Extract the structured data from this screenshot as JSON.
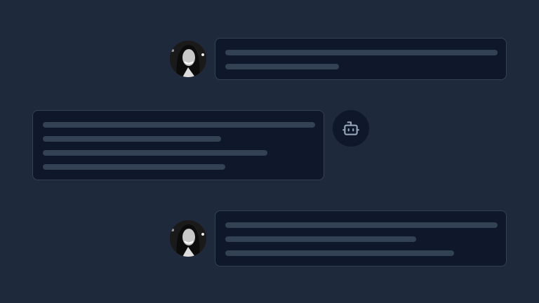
{
  "theme": {
    "background": "#1e293b",
    "bubble": "#0f172a",
    "border": "#334155",
    "skeleton_line": "#334155",
    "icon": "#94a3b8"
  },
  "messages": [
    {
      "role": "user",
      "avatar": "user-photo"
    },
    {
      "role": "assistant",
      "avatar": "bot-icon"
    },
    {
      "role": "user",
      "avatar": "user-photo"
    }
  ]
}
